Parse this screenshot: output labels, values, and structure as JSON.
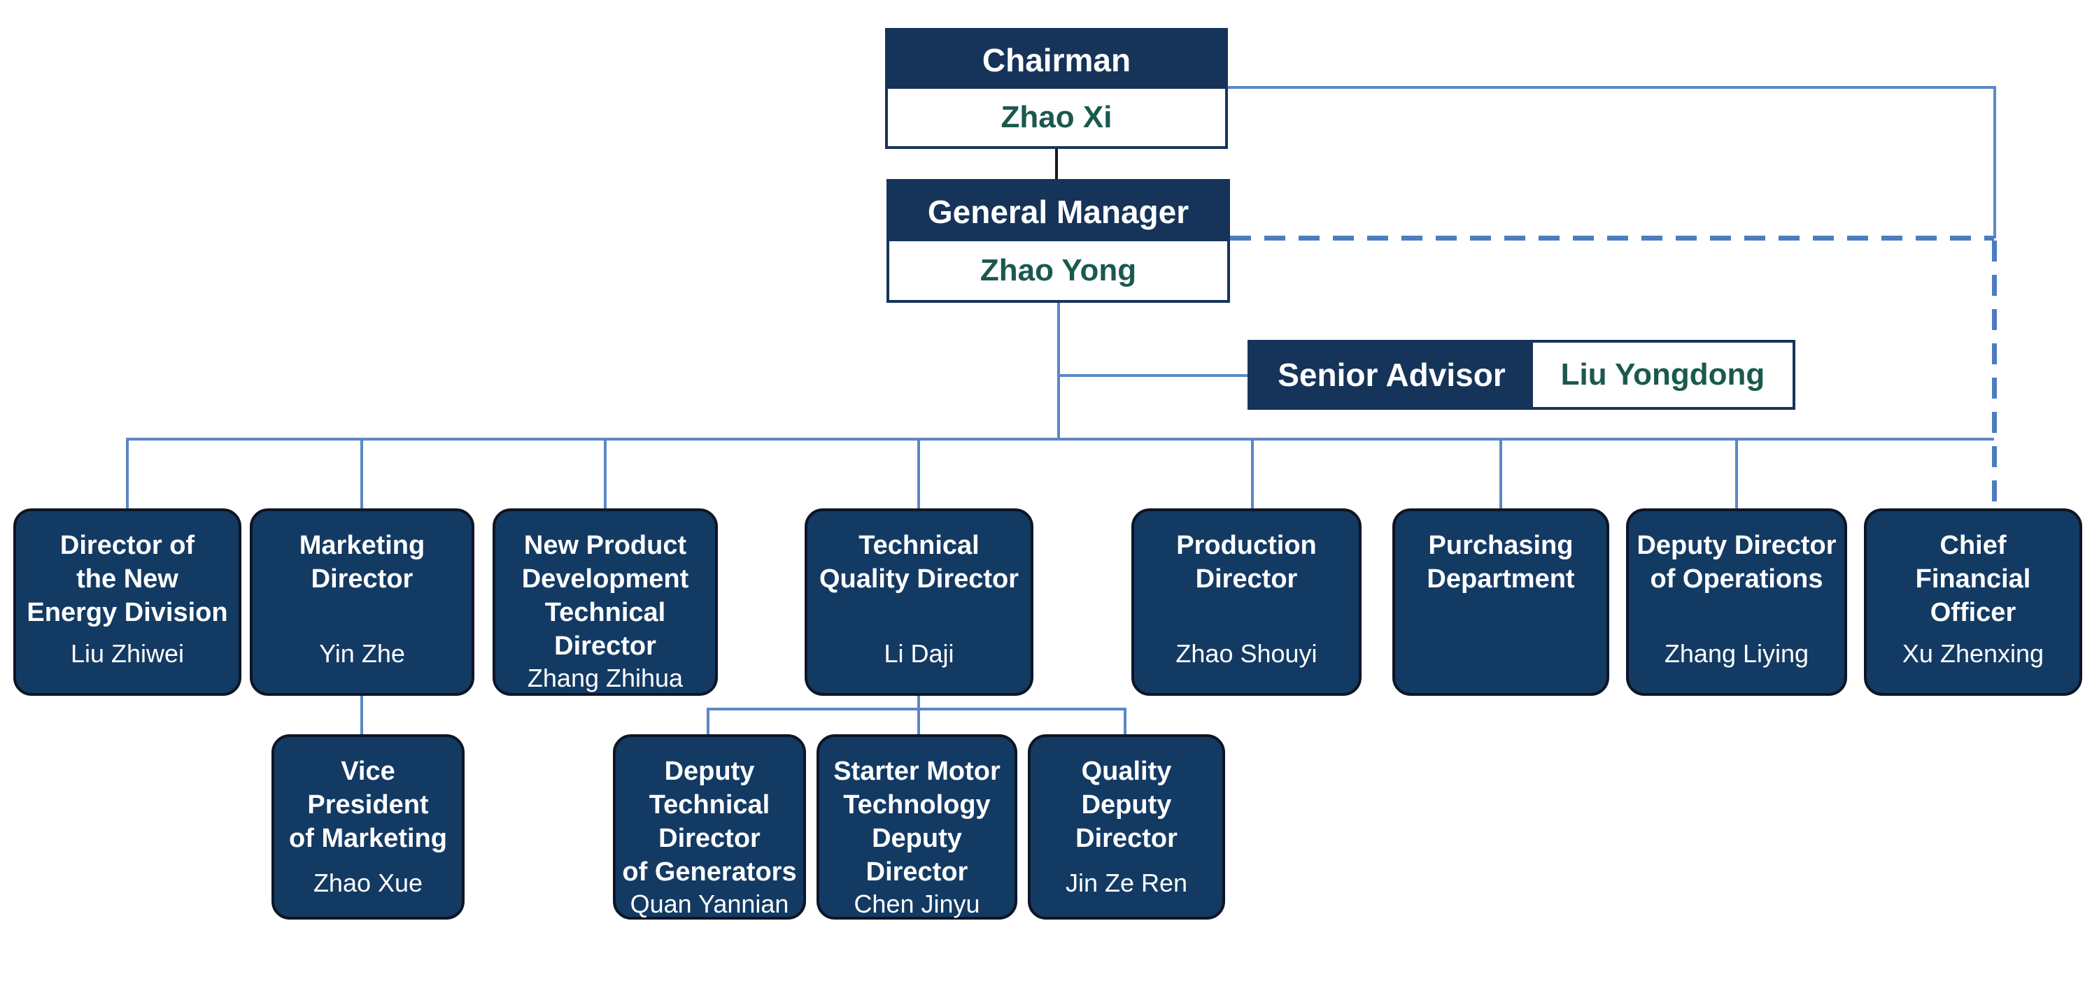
{
  "colors": {
    "box_navy": "#133a63",
    "header_navy": "#16345a",
    "name_green": "#1a594e",
    "line_blue": "#5c87c4",
    "dashed_line_blue": "#4c7dc0",
    "black_connector": "#1a1a1a",
    "text_white": "#ffffff"
  },
  "nodes": {
    "chairman": {
      "title": "Chairman",
      "name": "Zhao Xi"
    },
    "general_manager": {
      "title": "General Manager",
      "name": "Zhao Yong"
    },
    "senior_advisor": {
      "title": "Senior Advisor",
      "name": "Liu Yongdong"
    },
    "level1": [
      {
        "title": [
          "Director of",
          "the New",
          "Energy Division"
        ],
        "name": "Liu Zhiwei"
      },
      {
        "title": [
          "Marketing",
          "Director"
        ],
        "name": "Yin Zhe"
      },
      {
        "title": [
          "New Product",
          "Development",
          "Technical",
          "Director"
        ],
        "name": "Zhang Zhihua"
      },
      {
        "title": [
          "Technical",
          "Quality Director"
        ],
        "name": "Li Daji"
      },
      {
        "title": [
          "Production",
          "Director"
        ],
        "name": "Zhao Shouyi"
      },
      {
        "title": [
          "Purchasing",
          "Department"
        ],
        "name": ""
      },
      {
        "title": [
          "Deputy Director",
          "of Operations"
        ],
        "name": "Zhang Liying"
      },
      {
        "title": [
          "Chief",
          "Financial Officer"
        ],
        "name": "Xu Zhenxing"
      }
    ],
    "level2": [
      {
        "title": [
          "Vice",
          "President",
          "of Marketing"
        ],
        "name": "Zhao Xue"
      },
      {
        "title": [
          "Deputy",
          "Technical",
          "Director",
          "of Generators"
        ],
        "name": "Quan Yannian"
      },
      {
        "title": [
          "Starter Motor",
          "Technology",
          "Deputy",
          "Director"
        ],
        "name": "Chen Jinyu"
      },
      {
        "title": [
          "Quality",
          "Deputy",
          "Director"
        ],
        "name": "Jin Ze Ren"
      }
    ]
  }
}
